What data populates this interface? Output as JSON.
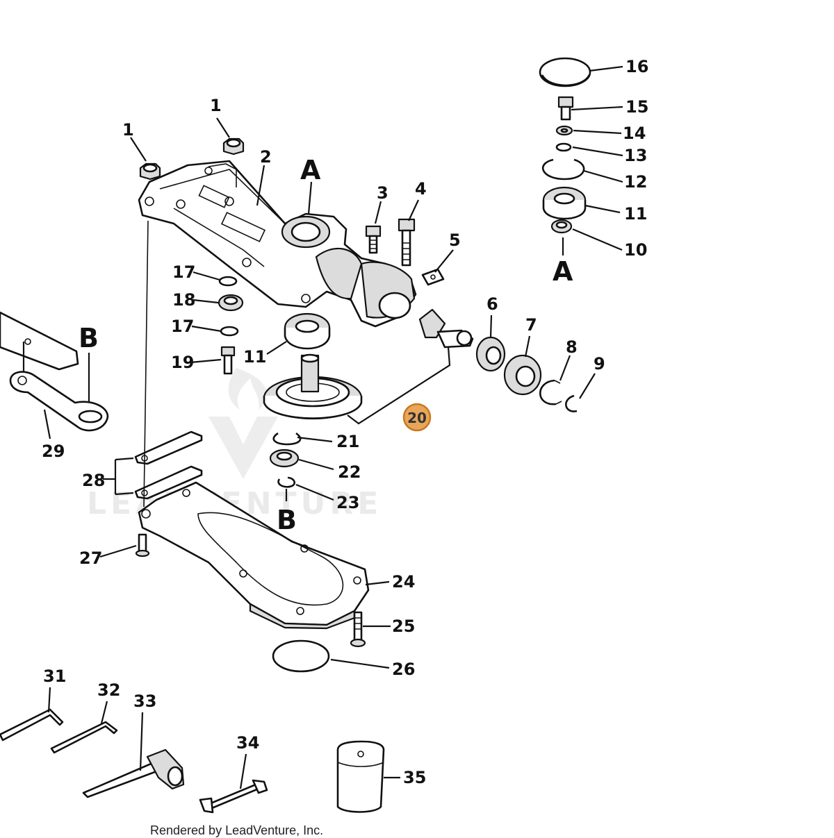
{
  "diagram": {
    "section_labels": [
      {
        "id": "A-top",
        "text": "A"
      },
      {
        "id": "A-right",
        "text": "A"
      },
      {
        "id": "B-left",
        "text": "B"
      },
      {
        "id": "B-bottom",
        "text": "B"
      }
    ],
    "callouts": [
      {
        "id": "c1a",
        "text": "1"
      },
      {
        "id": "c1b",
        "text": "1"
      },
      {
        "id": "c2",
        "text": "2"
      },
      {
        "id": "c3",
        "text": "3"
      },
      {
        "id": "c4",
        "text": "4"
      },
      {
        "id": "c5",
        "text": "5"
      },
      {
        "id": "c6",
        "text": "6"
      },
      {
        "id": "c7",
        "text": "7"
      },
      {
        "id": "c8",
        "text": "8"
      },
      {
        "id": "c9",
        "text": "9"
      },
      {
        "id": "c10",
        "text": "10"
      },
      {
        "id": "c11a",
        "text": "11"
      },
      {
        "id": "c11b",
        "text": "11"
      },
      {
        "id": "c12",
        "text": "12"
      },
      {
        "id": "c13",
        "text": "13"
      },
      {
        "id": "c14",
        "text": "14"
      },
      {
        "id": "c15",
        "text": "15"
      },
      {
        "id": "c16",
        "text": "16"
      },
      {
        "id": "c17a",
        "text": "17"
      },
      {
        "id": "c17b",
        "text": "17"
      },
      {
        "id": "c18",
        "text": "18"
      },
      {
        "id": "c19",
        "text": "19"
      },
      {
        "id": "c21",
        "text": "21"
      },
      {
        "id": "c22",
        "text": "22"
      },
      {
        "id": "c23",
        "text": "23"
      },
      {
        "id": "c24",
        "text": "24"
      },
      {
        "id": "c25",
        "text": "25"
      },
      {
        "id": "c26",
        "text": "26"
      },
      {
        "id": "c27",
        "text": "27"
      },
      {
        "id": "c28",
        "text": "28"
      },
      {
        "id": "c29",
        "text": "29"
      },
      {
        "id": "c31",
        "text": "31"
      },
      {
        "id": "c32",
        "text": "32"
      },
      {
        "id": "c33",
        "text": "33"
      },
      {
        "id": "c34",
        "text": "34"
      },
      {
        "id": "c35",
        "text": "35"
      }
    ],
    "hotspot": {
      "text": "20",
      "color": "#e8a65a",
      "border_color": "#c9781f"
    },
    "watermark": {
      "text": "LEADVENTURE"
    }
  },
  "footer": {
    "credit": "Rendered by LeadVenture, Inc."
  }
}
